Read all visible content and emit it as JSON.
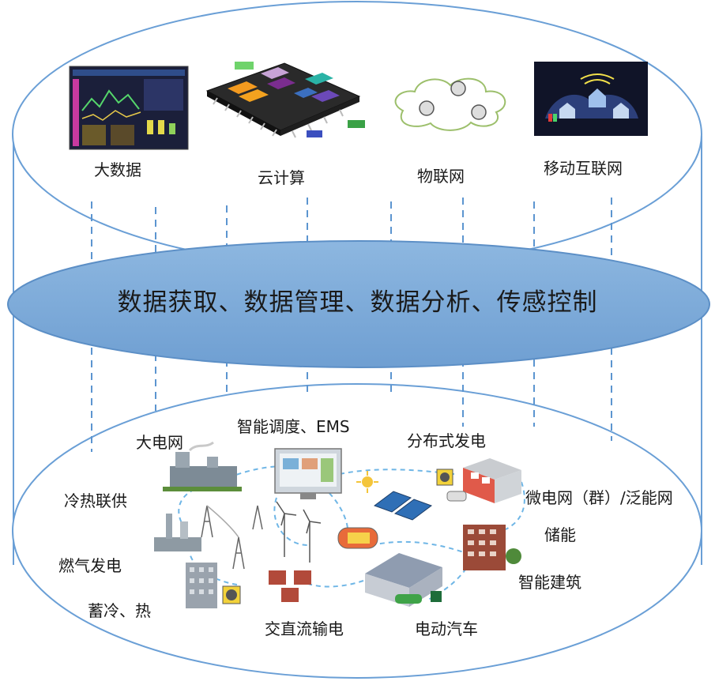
{
  "top_layer": {
    "items": [
      {
        "label": "大数据",
        "icon": "dashboard-screen-icon"
      },
      {
        "label": "云计算",
        "icon": "chip-icon"
      },
      {
        "label": "物联网",
        "icon": "network-cloud-icon"
      },
      {
        "label": "移动互联网",
        "icon": "mobile-network-icon"
      }
    ]
  },
  "middle_layer": {
    "label": "数据获取、数据管理、数据分析、传感控制"
  },
  "bottom_layer": {
    "labels": {
      "large_grid": "大电网",
      "dispatch": "智能调度、EMS",
      "distributed": "分布式发电",
      "microgrid": "微电网（群）/泛能网",
      "storage": "储能",
      "smart_building": "智能建筑",
      "ev": "电动汽车",
      "acdc": "交直流输电",
      "cold_heat_storage": "蓄冷、热",
      "gas_power": "燃气发电",
      "chp": "冷热联供"
    }
  },
  "colors": {
    "outline": "#6a9fd6",
    "middle_fill": "#7aa9d8",
    "dash": "#5c95d0"
  }
}
